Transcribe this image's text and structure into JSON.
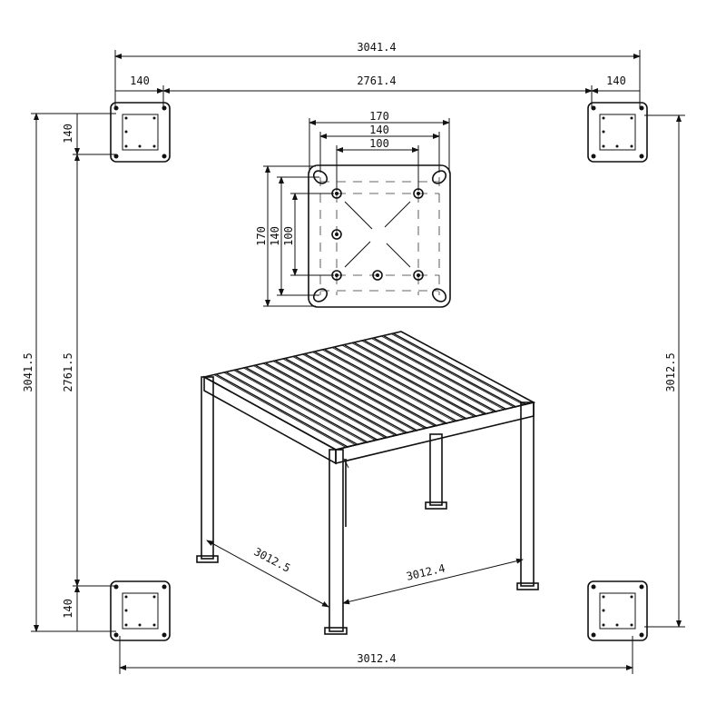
{
  "dimensions": {
    "overall_width_top": "3041.4",
    "plate_offset_left": "140",
    "inner_width": "2761.4",
    "plate_offset_right": "140",
    "overall_height_left": "3041.5",
    "inner_height_left": "2761.5",
    "plate_offset_top": "140",
    "plate_offset_bottom": "140",
    "overall_height_right": "3012.5",
    "overall_width_bottom": "3012.4"
  },
  "base_plate_detail": {
    "width_outer": "170",
    "width_mid": "140",
    "width_inner": "100",
    "height_outer": "170",
    "height_mid": "140",
    "height_inner": "100"
  },
  "pergola": {
    "depth_label": "3012.5",
    "width_label": "3012.4"
  },
  "colors": {
    "line": "#111111",
    "background": "#ffffff"
  }
}
